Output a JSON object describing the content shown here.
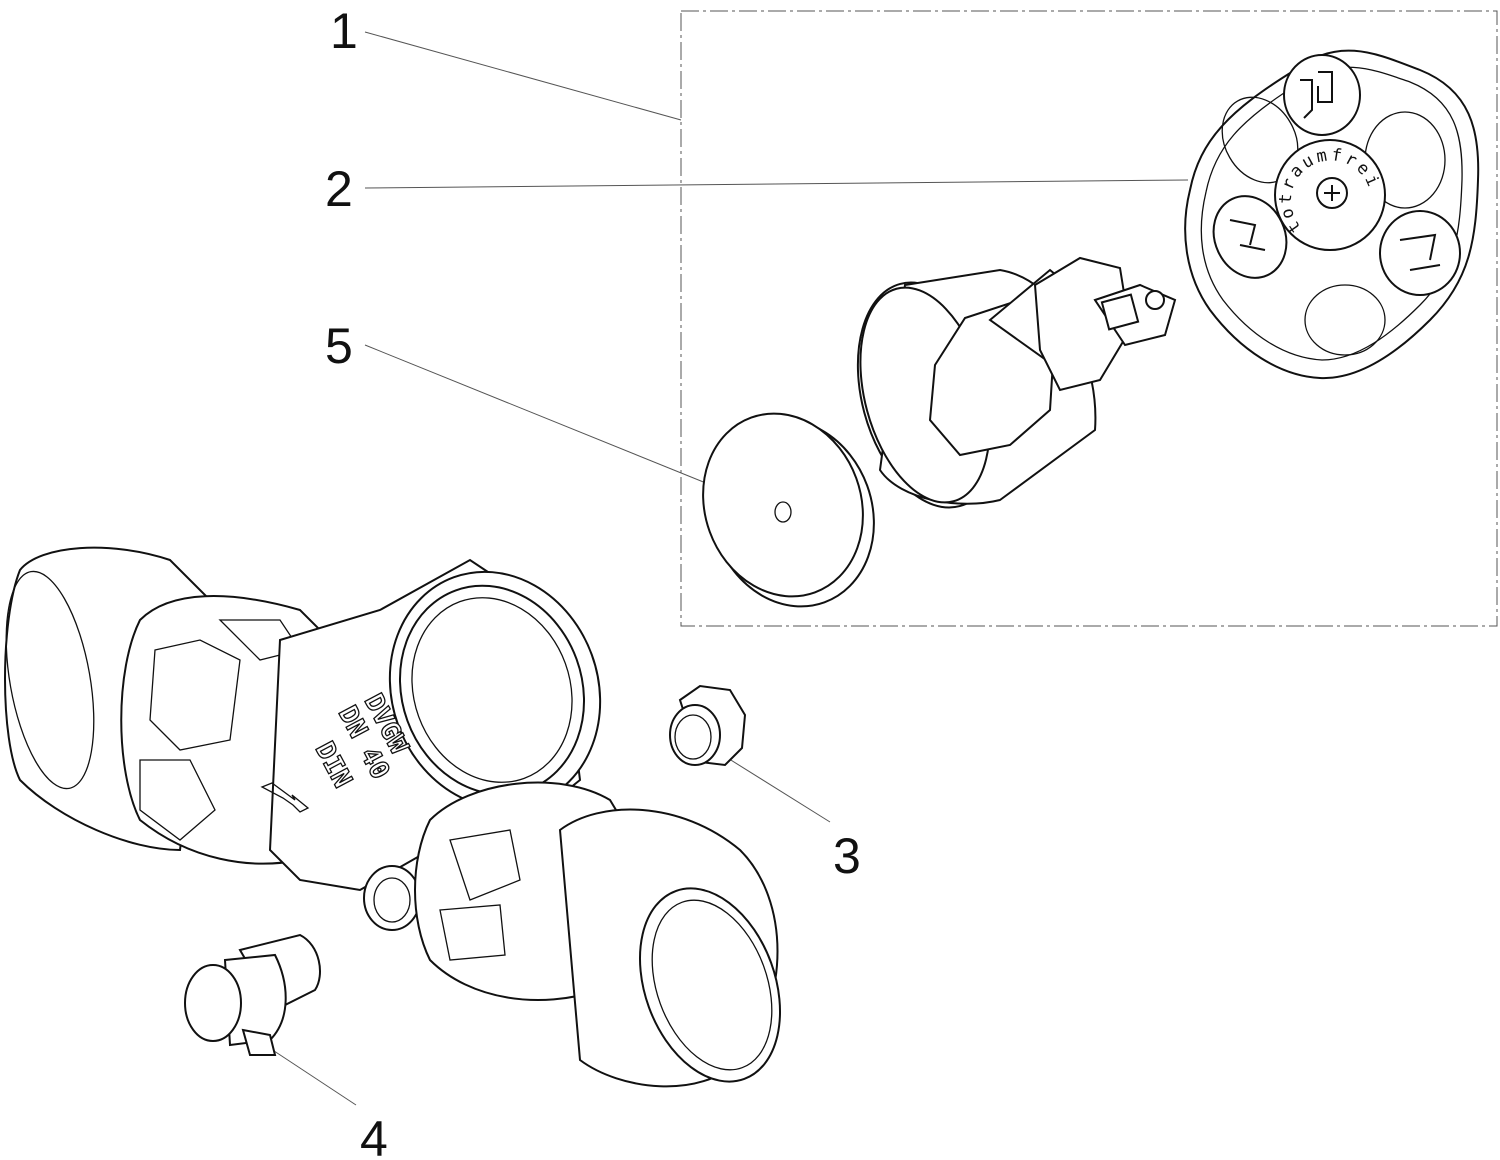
{
  "diagram": {
    "type": "exploded parts drawing",
    "callouts": [
      {
        "id": "1",
        "label": "1"
      },
      {
        "id": "2",
        "label": "2"
      },
      {
        "id": "3",
        "label": "3"
      },
      {
        "id": "4",
        "label": "4"
      },
      {
        "id": "5",
        "label": "5"
      }
    ],
    "body_markings": [
      "DVGW",
      "DN 40",
      "DIN"
    ],
    "handwheel_hub_text": "totraumfrei",
    "handwheel_logo": "JS",
    "line_color": "#111111"
  }
}
